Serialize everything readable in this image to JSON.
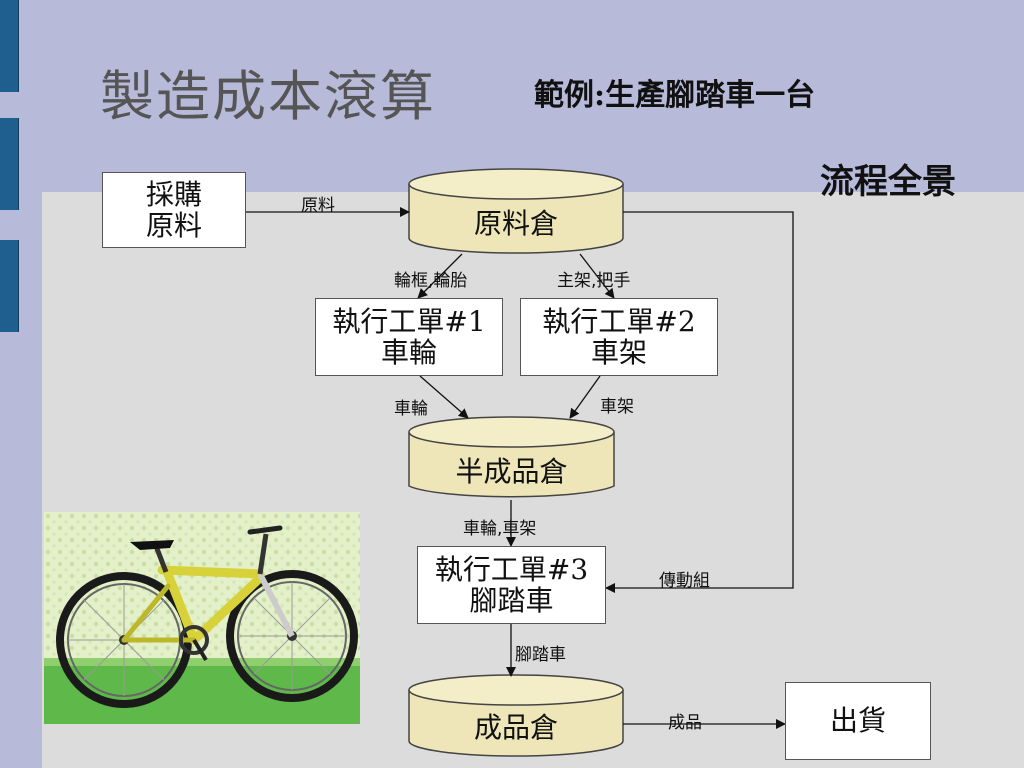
{
  "slide": {
    "title": "製造成本滾算",
    "subtitle": "範例:生產腳踏車一台",
    "overview_label": "流程全景"
  },
  "colors": {
    "background": "#b7bbd9",
    "panel": "#dcdcdc",
    "tab": "#1f5f8f",
    "cylinder_fill": "#eee6b8",
    "bike_frame": "#d8d23a",
    "grass": "#5fb84a"
  },
  "nodes": {
    "purchase": {
      "line1": "採購",
      "line2": "原料"
    },
    "raw_warehouse": {
      "label": "原料倉"
    },
    "order1": {
      "line1": "執行工單#1",
      "line2": "車輪"
    },
    "order2": {
      "line1": "執行工單#2",
      "line2": "車架"
    },
    "wip_warehouse": {
      "label": "半成品倉"
    },
    "order3": {
      "line1": "執行工單#3",
      "line2": "腳踏車"
    },
    "fg_warehouse": {
      "label": "成品倉"
    },
    "shipping": {
      "label": "出貨"
    }
  },
  "edges": {
    "purchase_to_raw": "原料",
    "raw_to_order1": "輪框,輪胎",
    "raw_to_order2": "主架,把手",
    "order1_to_wip": "車輪",
    "order2_to_wip": "車架",
    "wip_to_order3": "車輪,車架",
    "raw_to_order3": "傳動組",
    "order3_to_fg": "腳踏車",
    "fg_to_ship": "成品"
  },
  "image": {
    "icon": "bicycle-photo"
  }
}
